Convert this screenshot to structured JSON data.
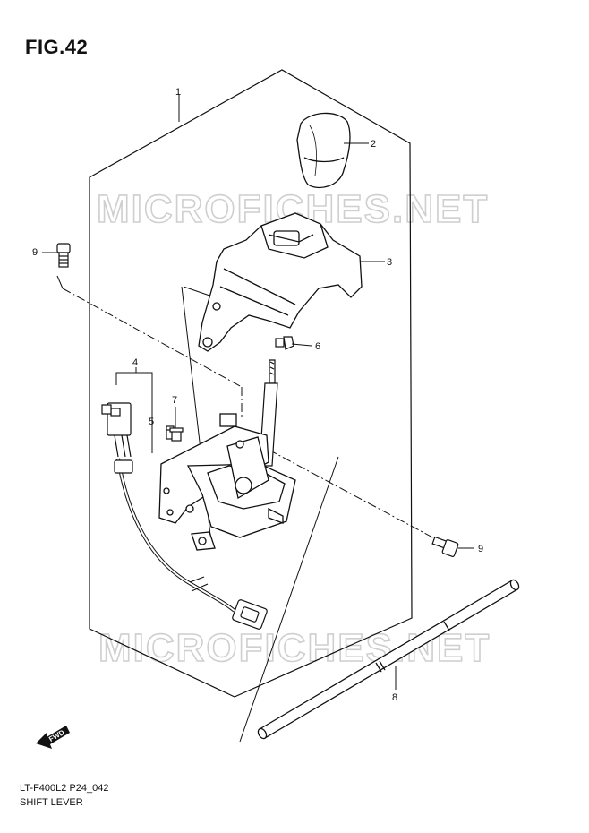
{
  "figure": {
    "title": "FIG.42",
    "watermark": "MICROFICHES.NET",
    "footer_code": "LT-F400L2 P24_042",
    "footer_caption": "SHIFT LEVER"
  },
  "callouts": {
    "c1": "1",
    "c2": "2",
    "c3": "3",
    "c4": "4",
    "c5": "5",
    "c6": "6",
    "c7": "7",
    "c8": "8",
    "c9a": "9",
    "c9b": "9"
  },
  "fwd_arrow": {
    "label": "FWD"
  }
}
